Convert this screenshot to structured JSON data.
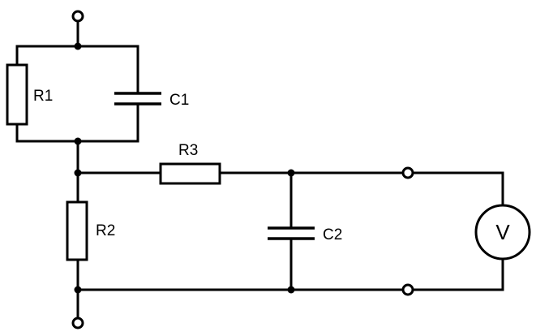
{
  "components": {
    "r1": "R1",
    "c1": "C1",
    "r3": "R3",
    "r2": "R2",
    "c2": "C2",
    "voltmeter": "V"
  }
}
